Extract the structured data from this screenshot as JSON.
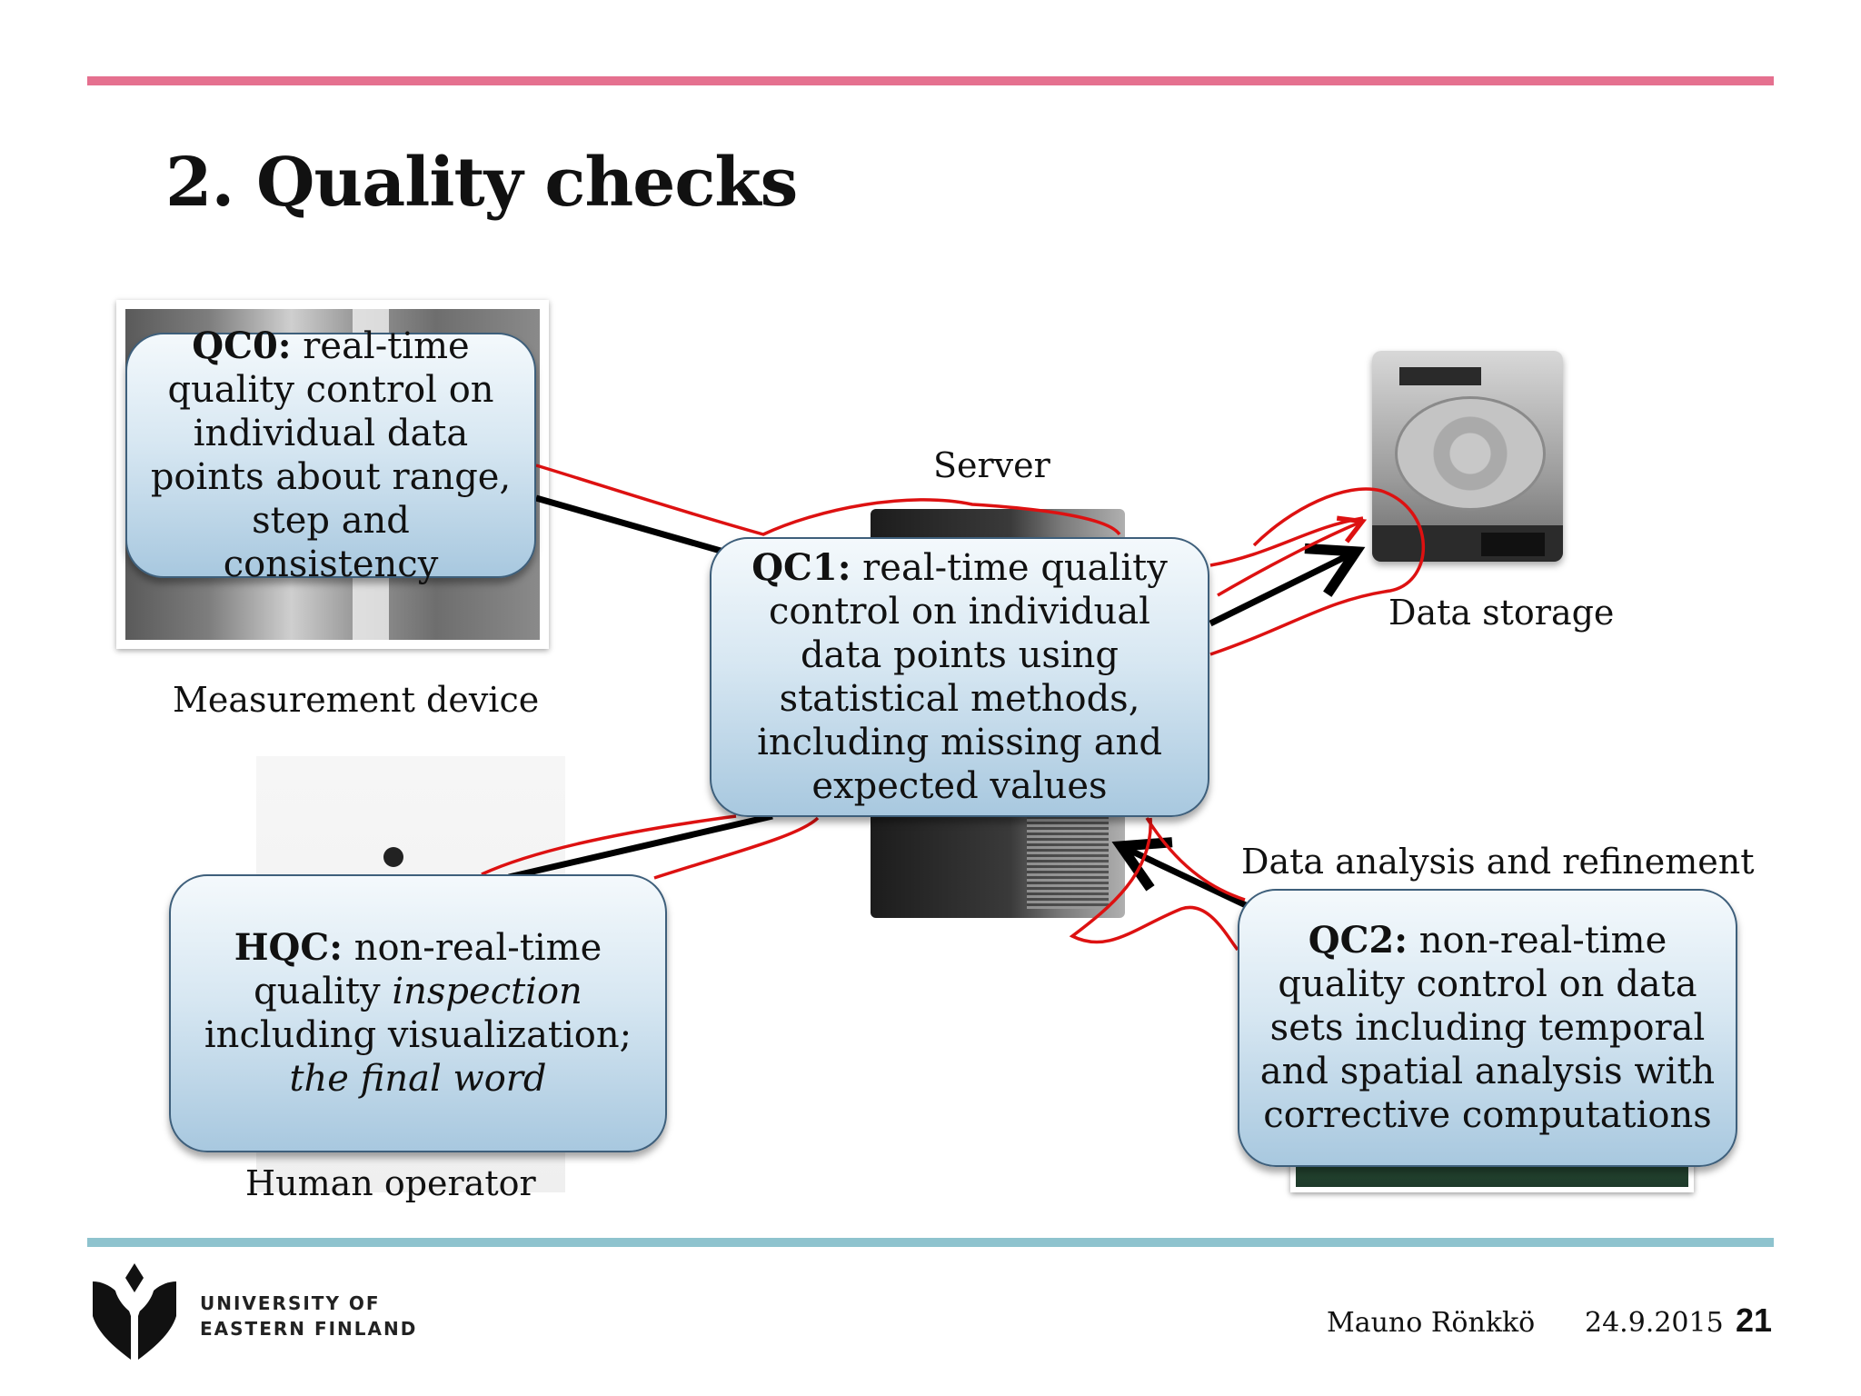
{
  "slide": {
    "title": "2. Quality checks",
    "accent_top": "#e5708f",
    "accent_bottom": "#8ec3ce"
  },
  "boxes": {
    "qc0": {
      "head": "QC0:",
      "body": " real-time quality control on individual data points about range, step and consistency"
    },
    "qc1": {
      "head": "QC1:",
      "body": " real-time quality control on individual data points using statistical methods, including missing and expected values"
    },
    "hqc": {
      "head": "HQC:",
      "body_a": " non-real-time quality ",
      "body_italic_a": "inspection",
      "body_b": " including visualization; ",
      "body_italic_b": "the final word"
    },
    "qc2": {
      "head": "QC2:",
      "body": " non-real-time quality control on data sets including temporal and spatial analysis with corrective computations"
    }
  },
  "labels": {
    "device": "Measurement device",
    "server": "Server",
    "storage": "Data storage",
    "analysis": "Data analysis and refinement",
    "operator": "Human operator"
  },
  "footer": {
    "university_line1": "UNIVERSITY OF",
    "university_line2": "EASTERN FINLAND",
    "author": "Mauno Rönkkö",
    "date": "24.9.2015",
    "page": "21"
  },
  "colors": {
    "flow_red": "#dd1111",
    "flow_black": "#000000",
    "box_border": "#3e5f7b"
  }
}
